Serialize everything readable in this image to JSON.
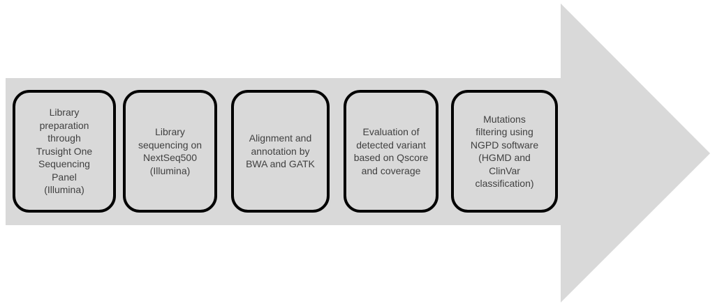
{
  "diagram": {
    "type": "process-flow-arrow",
    "direction": "right",
    "colors": {
      "background": "#ffffff",
      "arrow_fill": "#d9d9d9",
      "box_fill": "#d9d9d9",
      "box_border": "#000000",
      "text": "#404040"
    },
    "steps": [
      {
        "label": "Library\npreparation\nthrough\nTrusight One\nSequencing\nPanel\n(Illumina)"
      },
      {
        "label": "Library\nsequencing on\nNextSeq500\n(Illumina)"
      },
      {
        "label": "Alignment and\nannotation by\nBWA and GATK"
      },
      {
        "label": "Evaluation of\ndetected variant\nbased on Qscore\nand coverage"
      },
      {
        "label": "Mutations\nfiltering using\nNGPD software\n(HGMD and\nClinVar\nclassification)"
      }
    ]
  }
}
